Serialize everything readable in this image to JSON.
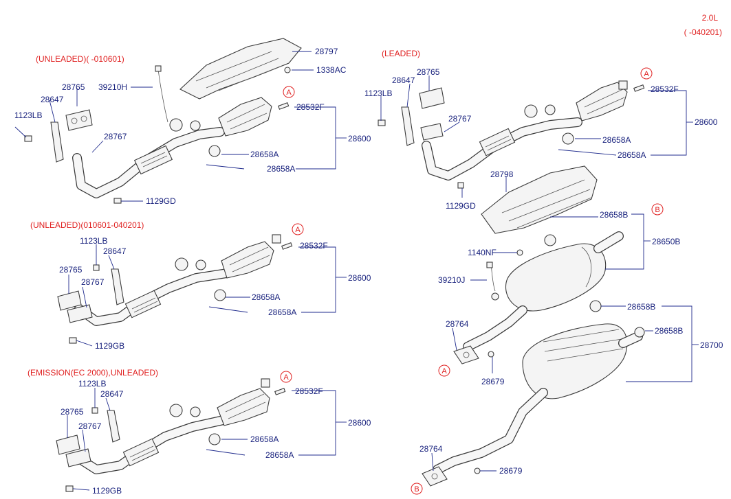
{
  "header": {
    "engine": "2.0L",
    "date_range": "( -040201)"
  },
  "section_titles": {
    "unleaded_1": "(UNLEADED)( -010601)",
    "unleaded_2": "(UNLEADED)(010601-040201)",
    "emission": "(EMISSION(EC 2000),UNLEADED)",
    "leaded": "(LEADED)"
  },
  "marker_labels": {
    "a": "A",
    "b": "B"
  },
  "part_numbers": {
    "p28797": "28797",
    "p1338AC": "1338AC",
    "p39210H": "39210H",
    "p28765": "28765",
    "p28647": "28647",
    "p1123LB": "1123LB",
    "p28767": "28767",
    "p28532F": "28532F",
    "p28600": "28600",
    "p28658A": "28658A",
    "p1129GD": "1129GD",
    "p1129GB": "1129GB",
    "p28798": "28798",
    "p28658B": "28658B",
    "p28650B": "28650B",
    "p1140NF": "1140NF",
    "p39210J": "39210J",
    "p28764": "28764",
    "p28679": "28679",
    "p28700": "28700"
  },
  "colors": {
    "label": "#1a237e",
    "title": "#e02020",
    "line": "#3a3a3a"
  }
}
